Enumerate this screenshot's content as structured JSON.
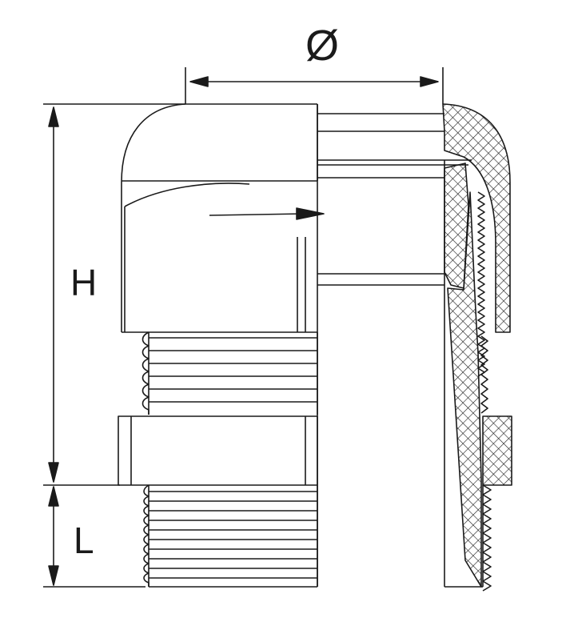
{
  "labels": {
    "diameter": "Ø",
    "height": "H",
    "length": "L"
  },
  "colors": {
    "line": "#1a1a1a",
    "background": "#ffffff"
  }
}
